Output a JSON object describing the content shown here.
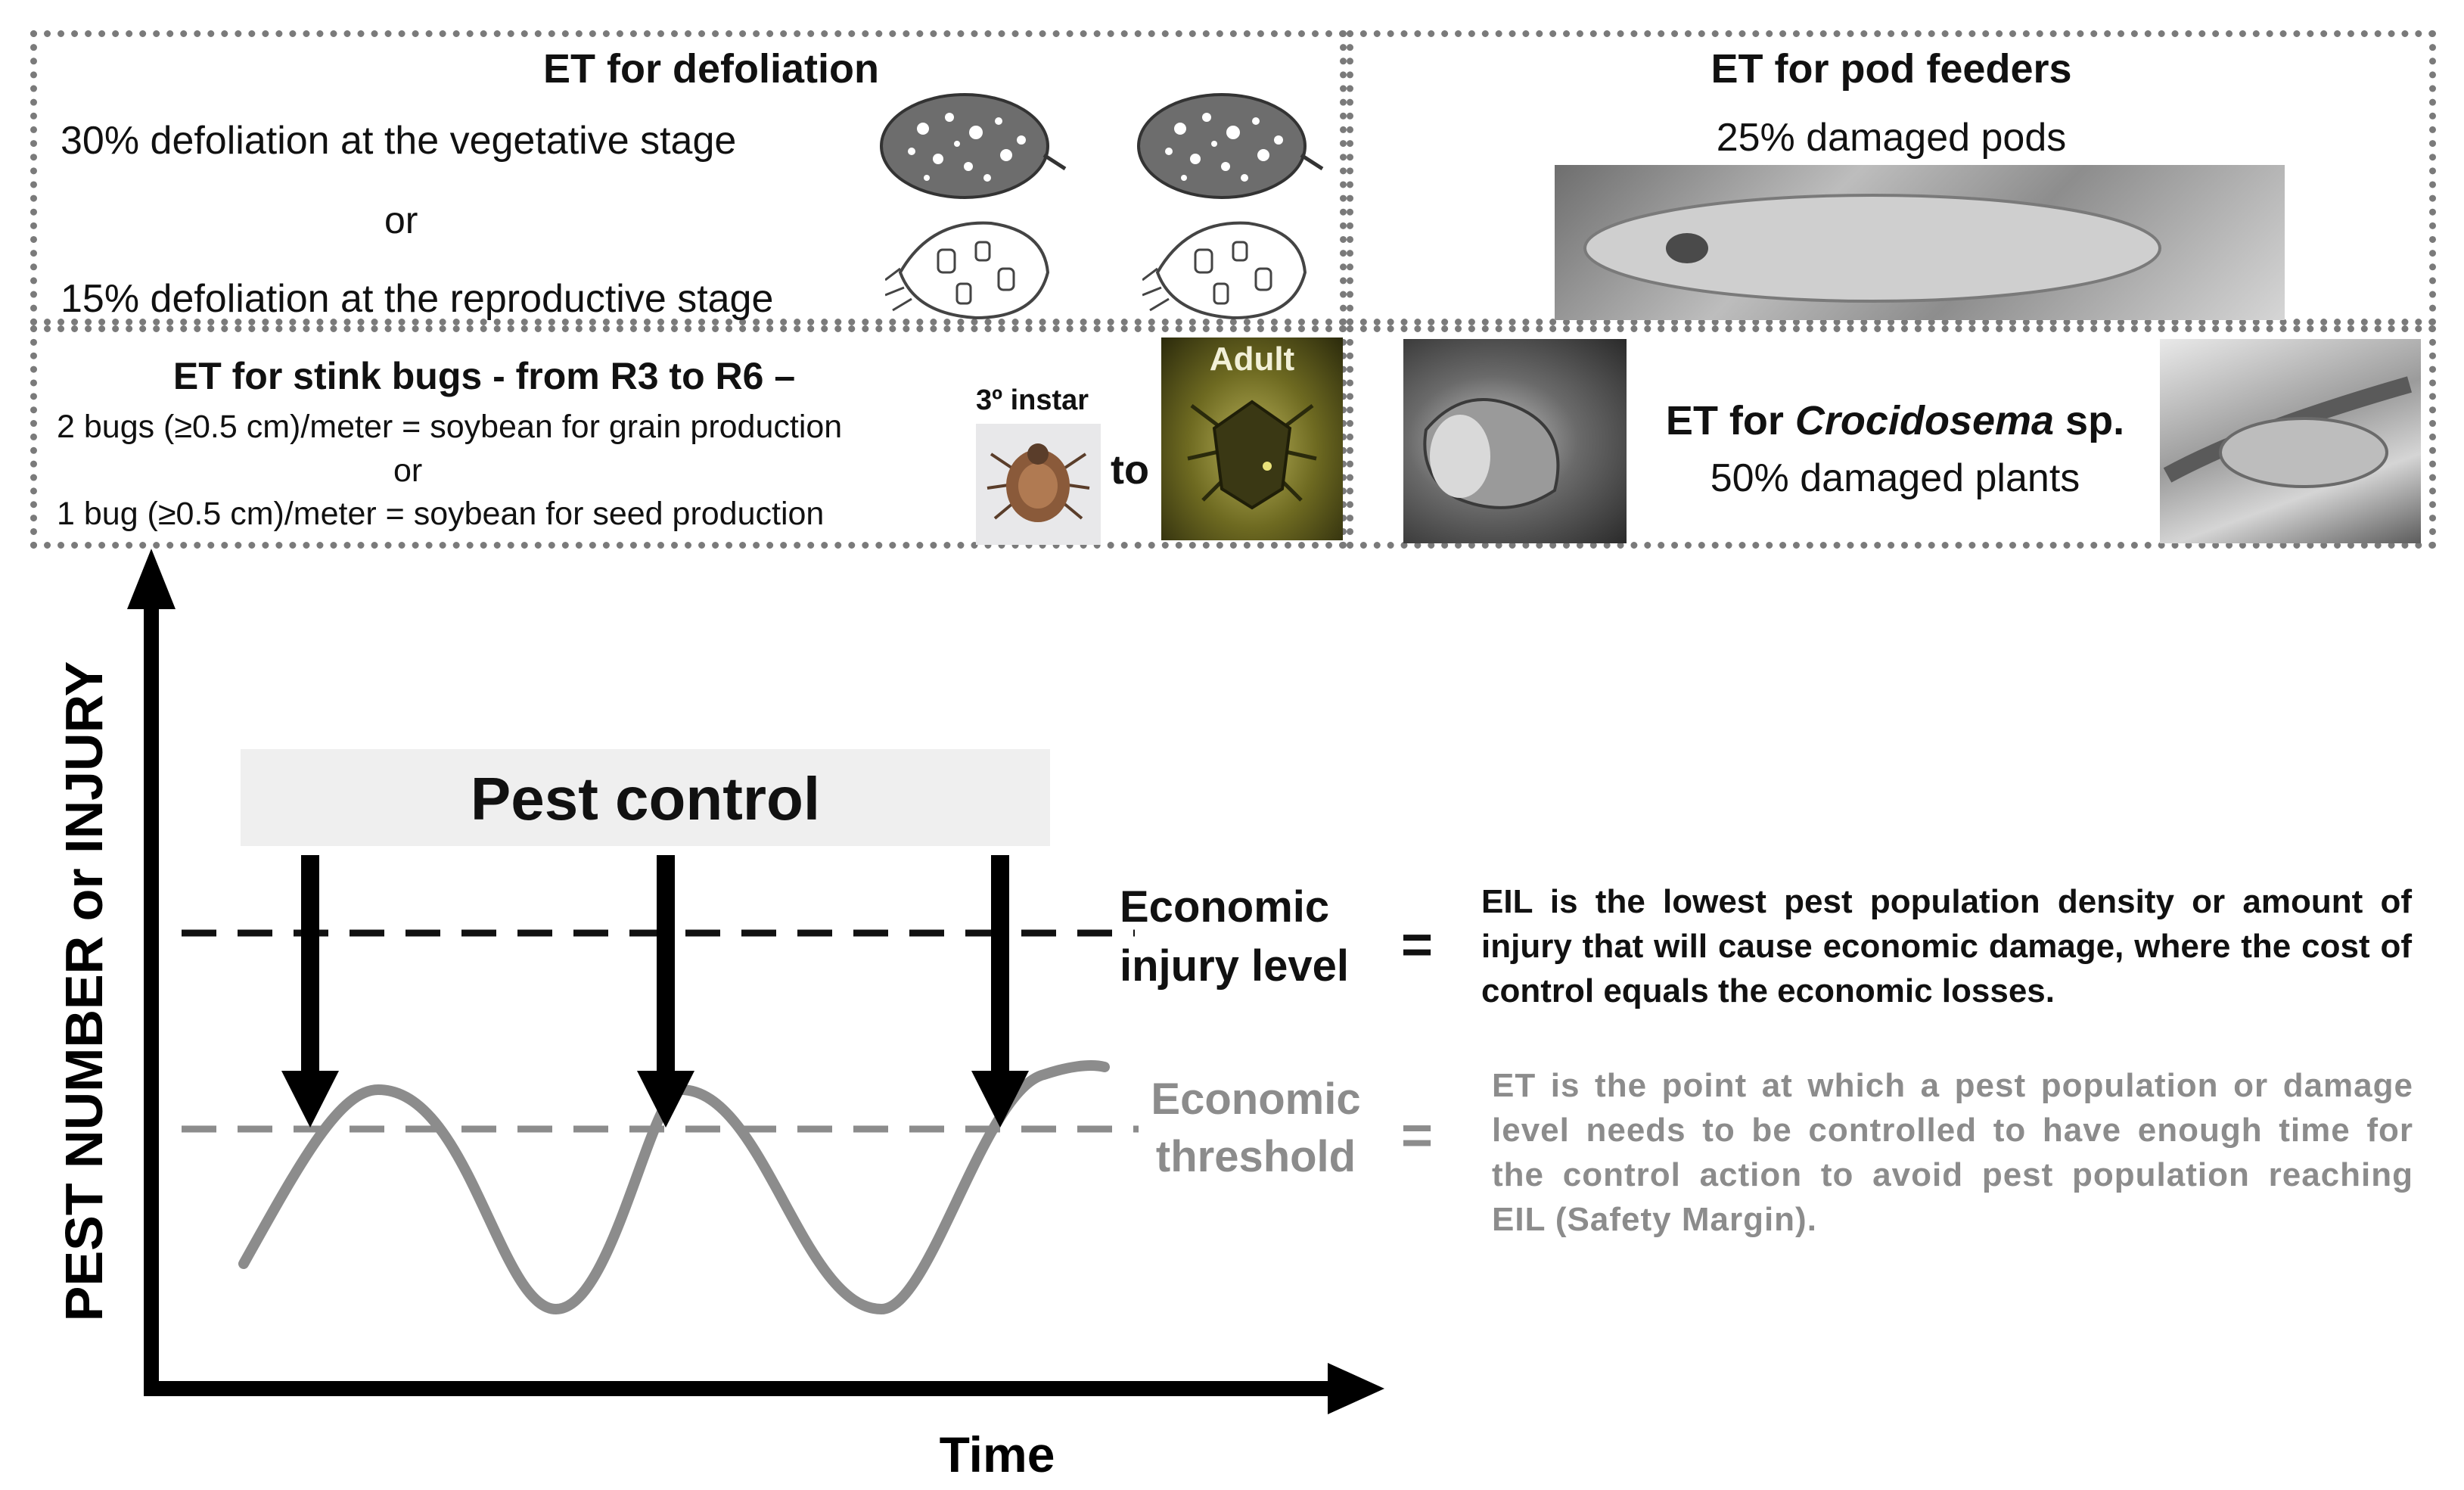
{
  "defoliation": {
    "title": "ET for defoliation",
    "line1": "30% defoliation at the vegetative stage",
    "or": "or",
    "line2": "15% defoliation at the reproductive stage"
  },
  "pod_feeders": {
    "title": "ET for pod feeders",
    "line1": "25% damaged pods"
  },
  "stink_bugs": {
    "title": "ET for stink bugs - from R3 to R6 –",
    "line1": "2 bugs (≥0.5 cm)/meter = soybean for grain production",
    "or": "or",
    "line2": "1 bug (≥0.5 cm)/meter = soybean for seed production",
    "instar_label": "3º instar",
    "to_label": "to",
    "adult_label": "Adult"
  },
  "crocidosema": {
    "title_prefix": "ET for ",
    "title_italic": "Crocidosema",
    "title_suffix": " sp.",
    "line1": "50% damaged plants"
  },
  "diagram": {
    "y_axis_label": "PEST NUMBER or INJURY",
    "x_axis_label": "Time",
    "pest_control_label": "Pest control",
    "eil_label_line1": "Economic",
    "eil_label_line2": "injury level",
    "equals": "=",
    "et_label_line1": "Economic",
    "et_label_line2": "threshold",
    "eil_definition": "EIL is the lowest pest population density or amount of injury that will cause economic damage, where the cost of control equals the economic losses.",
    "et_definition": "ET is the point at which a pest population or damage level needs to be controlled to have enough time for the control action to avoid pest population reaching EIL (Safety Margin).",
    "colors": {
      "eil": "#111111",
      "et": "#8c8c8c",
      "curve": "#8c8c8c",
      "pest_control_bg": "#efefef"
    }
  }
}
